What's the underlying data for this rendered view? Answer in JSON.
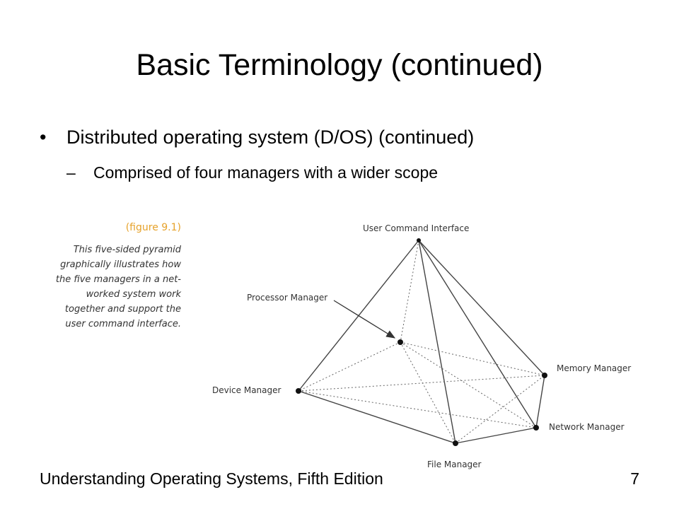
{
  "slide": {
    "title": "Basic Terminology (continued)",
    "bullet": "Distributed operating system (D/OS) (continued)",
    "bullet_glyph": "•",
    "sub_bullet": "Comprised of four managers with a wider scope",
    "sub_glyph": "–"
  },
  "figure": {
    "label": "(figure 9.1)",
    "caption_lines": [
      "This five-sided pyramid",
      "graphically illustrates how",
      "the five managers in a net-",
      "worked system work",
      "together and support the",
      "user command interface."
    ],
    "nodes": {
      "apex": "User Command Interface",
      "processor": "Processor Manager",
      "memory": "Memory Manager",
      "device": "Device Manager",
      "network": "Network Manager",
      "file": "File Manager"
    },
    "accent_color": "#e6a22a"
  },
  "footer": {
    "book": "Understanding Operating Systems, Fifth Edition",
    "page": "7"
  }
}
